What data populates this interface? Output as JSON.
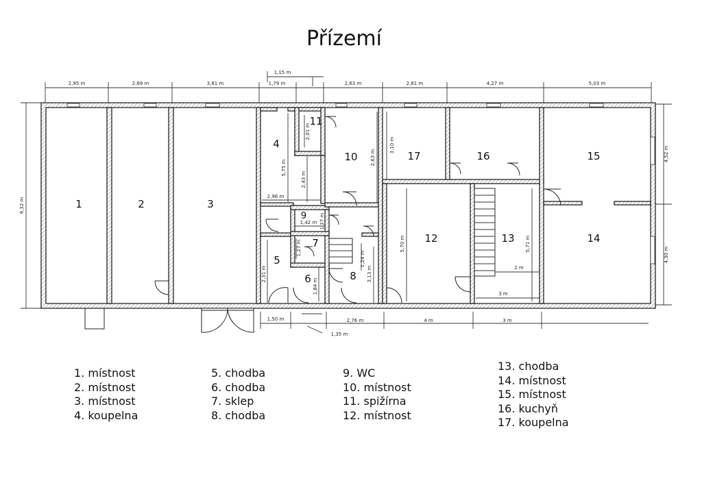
{
  "title": "Přízemí",
  "rooms": {
    "r1": "1",
    "r2": "2",
    "r3": "3",
    "r4": "4",
    "r5": "5",
    "r6": "6",
    "r7": "7",
    "r8": "8",
    "r9": "9",
    "r10": "10",
    "r11": "11",
    "r12": "12",
    "r13": "13",
    "r14": "14",
    "r15": "15",
    "r16": "16",
    "r17": "17"
  },
  "dims": {
    "top": [
      "2,95 m",
      "2,69 m",
      "3,81 m",
      "1,79 m",
      "1,15 m",
      "2,63 m",
      "2,81 m",
      "4,27 m",
      "5,03 m"
    ],
    "bottom": [
      "1,50 m",
      "1,35 m",
      "2,76 m",
      "4 m",
      "3 m"
    ],
    "left": "9,32 m",
    "right_upper": "4,52 m",
    "right_lower": "4,30 m",
    "inner": {
      "d201": "2,01 m",
      "d575": "5,75 m",
      "d243": "2,43 m",
      "d296": "2,96 m",
      "d263": "2,63 m",
      "d310": "3,10 m",
      "d142": "1,42 m",
      "d127a": "1,27 m",
      "d127b": "1,27 m",
      "d124": "1,24 m",
      "d313": "3,13 m",
      "d231": "2,31 m",
      "d184": "1,84 m",
      "d570": "5,70 m",
      "d571": "5,71 m",
      "d2m": "2 m",
      "d3m": "3 m"
    }
  },
  "legend": {
    "col1": [
      "1. místnost",
      "2. místnost",
      "3. místnost",
      "4. koupelna"
    ],
    "col2": [
      "5. chodba",
      "6. chodba",
      "7. sklep",
      "8. chodba"
    ],
    "col3": [
      "9. WC",
      "10. místnost",
      "11. spižírna",
      "12. místnost"
    ],
    "col4": [
      "13. chodba",
      "14. místnost",
      "15. místnost",
      "16. kuchyň",
      "17. koupelna"
    ]
  }
}
